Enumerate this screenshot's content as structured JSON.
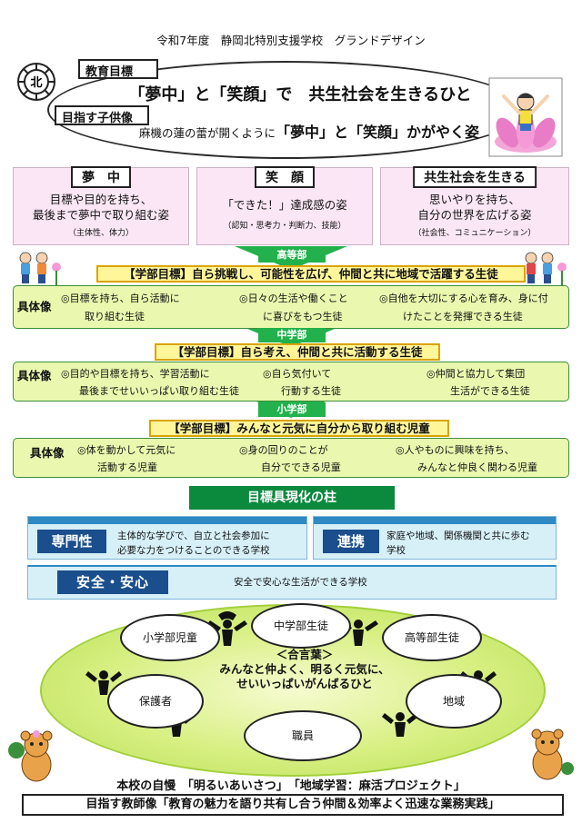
{
  "header": {
    "title": "令和7年度　静岡北特別支援学校　グランドデザイン",
    "logo_text": "北",
    "goal_label": "教育目標",
    "goal_text": "「夢中」と「笑顔」で　共生社会を生きるひと",
    "child_label": "目指す子供像",
    "child_prefix": "麻機の蓮の蕾が開くように",
    "child_emphasis": "「夢中」と「笑顔」",
    "child_suffix": "かがやく姿"
  },
  "values": [
    {
      "title": "夢　中",
      "line1": "目標や目的を持ち、",
      "line2": "最後まで夢中で取り組む姿",
      "sub": "（主体性、体力）"
    },
    {
      "title": "笑　顔",
      "line1": "「できた！」達成感の姿",
      "line2": "",
      "sub": "（認知・思考力・判断力、技能）"
    },
    {
      "title": "共生社会を生きる",
      "line1": "思いやりを持ち、",
      "line2": "自分の世界を広げる姿",
      "sub": "（社会性、コミュニケーション）"
    }
  ],
  "divisions": {
    "high": {
      "tab": "高等部",
      "goal": "【学部目標】自ら挑戦し、可能性を広げ、仲間と共に地域で活躍する生徒",
      "label": "具体像",
      "items": [
        {
          "l1": "◎目標を持ち、自ら活動に",
          "l2": "取り組む生徒"
        },
        {
          "l1": "◎日々の生活や働くこと",
          "l2": "に喜びをもつ生徒"
        },
        {
          "l1": "◎自他を大切にする心を育み、身に付",
          "l2": "けたことを発揮できる生徒"
        }
      ]
    },
    "middle": {
      "tab": "中学部",
      "goal": "【学部目標】自ら考え、仲間と共に活動する生徒",
      "label": "具体像",
      "items": [
        {
          "l1": "◎目的や目標を持ち、学習活動に",
          "l2": "最後までせいいっぱい取り組む生徒"
        },
        {
          "l1": "◎自ら気付いて",
          "l2": "行動する生徒"
        },
        {
          "l1": "◎仲間と協力して集団",
          "l2": "生活ができる生徒"
        }
      ]
    },
    "elementary": {
      "tab": "小学部",
      "goal": "【学部目標】みんなと元気に自分から取り組む児童",
      "label": "具体像",
      "items": [
        {
          "l1": "◎体を動かして元気に",
          "l2": "活動する児童"
        },
        {
          "l1": "◎身の回りのことが",
          "l2": "自分でできる児童"
        },
        {
          "l1": "◎人やものに興味を持ち、",
          "l2": "みんなと仲良く関わる児童"
        }
      ]
    }
  },
  "pillars": {
    "title": "目標具現化の柱",
    "expertise": {
      "label": "専門性",
      "l1": "主体的な学びで、自立と社会参加に",
      "l2": "必要な力をつけることのできる学校"
    },
    "cooperation": {
      "label": "連携",
      "l1": "家庭や地域、関係機関と共に歩む",
      "l2": "学校"
    },
    "safety": {
      "label": "安全・安心",
      "text": "安全で安心な生活ができる学校"
    }
  },
  "community": {
    "motto_title": "＜合言葉＞",
    "motto_l1": "みんなと仲よく、明るく元気に、",
    "motto_l2": "せいいっぱいがんばるひと",
    "nodes": [
      "小学部児童",
      "中学部生徒",
      "高等部生徒",
      "保護者",
      "地域",
      "職員"
    ]
  },
  "footer": {
    "pride": "本校の自慢　「明るいあいさつ」　「地域学習：麻活プロジェクト」",
    "teacher": "目指す教師像「教育の魅力を語り共有し合う仲間＆効率よく迅速な業務実践」"
  },
  "colors": {
    "pink": "#fbe6f5",
    "green": "#22b14c",
    "yellow": "#fff69a",
    "light_green": "#e9f8ae",
    "blue": "#1a4e8c",
    "light_blue": "#d7f0f8"
  }
}
